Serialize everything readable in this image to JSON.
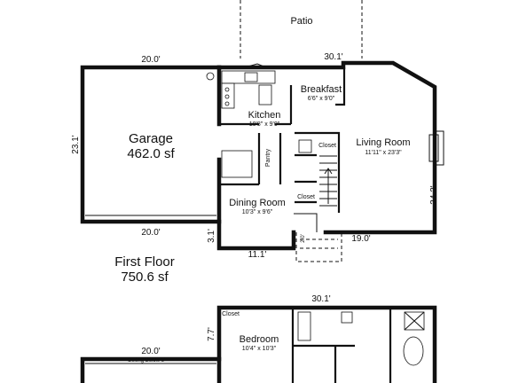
{
  "patio": {
    "label": "Patio"
  },
  "dimensions": {
    "garage_top": "20.0'",
    "house_top": "30.1'",
    "garage_left": "23.1'",
    "garage_bottom": "20.0'",
    "dining_left": "3.1'",
    "dining_bottom": "11.1'",
    "porch_side": "2.0'",
    "living_bottom": "19.0'",
    "living_right": "24.2'",
    "second_top": "30.1'",
    "second_left": "7.7'",
    "second_garage_top": "20.0'"
  },
  "rooms": {
    "garage": {
      "name": "Garage",
      "area": "462.0 sf"
    },
    "kitchen": {
      "name": "Kitchen",
      "size": "10'8\" x 9'0\""
    },
    "breakfast": {
      "name": "Breakfast",
      "size": "6'6\" x 9'0\""
    },
    "living": {
      "name": "Living Room",
      "size": "11'11\" x 23'3\""
    },
    "dining": {
      "name": "Dining Room",
      "size": "10'3\" x 9'6\""
    },
    "pantry": {
      "name": "Pantry"
    },
    "closet1": {
      "name": "Closet"
    },
    "closet2": {
      "name": "Closet"
    },
    "bedroom": {
      "name": "Bedroom",
      "size": "10'4\" x 10'3\""
    },
    "closet3": {
      "name": "Closet"
    }
  },
  "floor": {
    "name": "First Floor",
    "area": "750.6 sf"
  },
  "notes": {
    "ceiling": "Ceiling Below 5'"
  }
}
